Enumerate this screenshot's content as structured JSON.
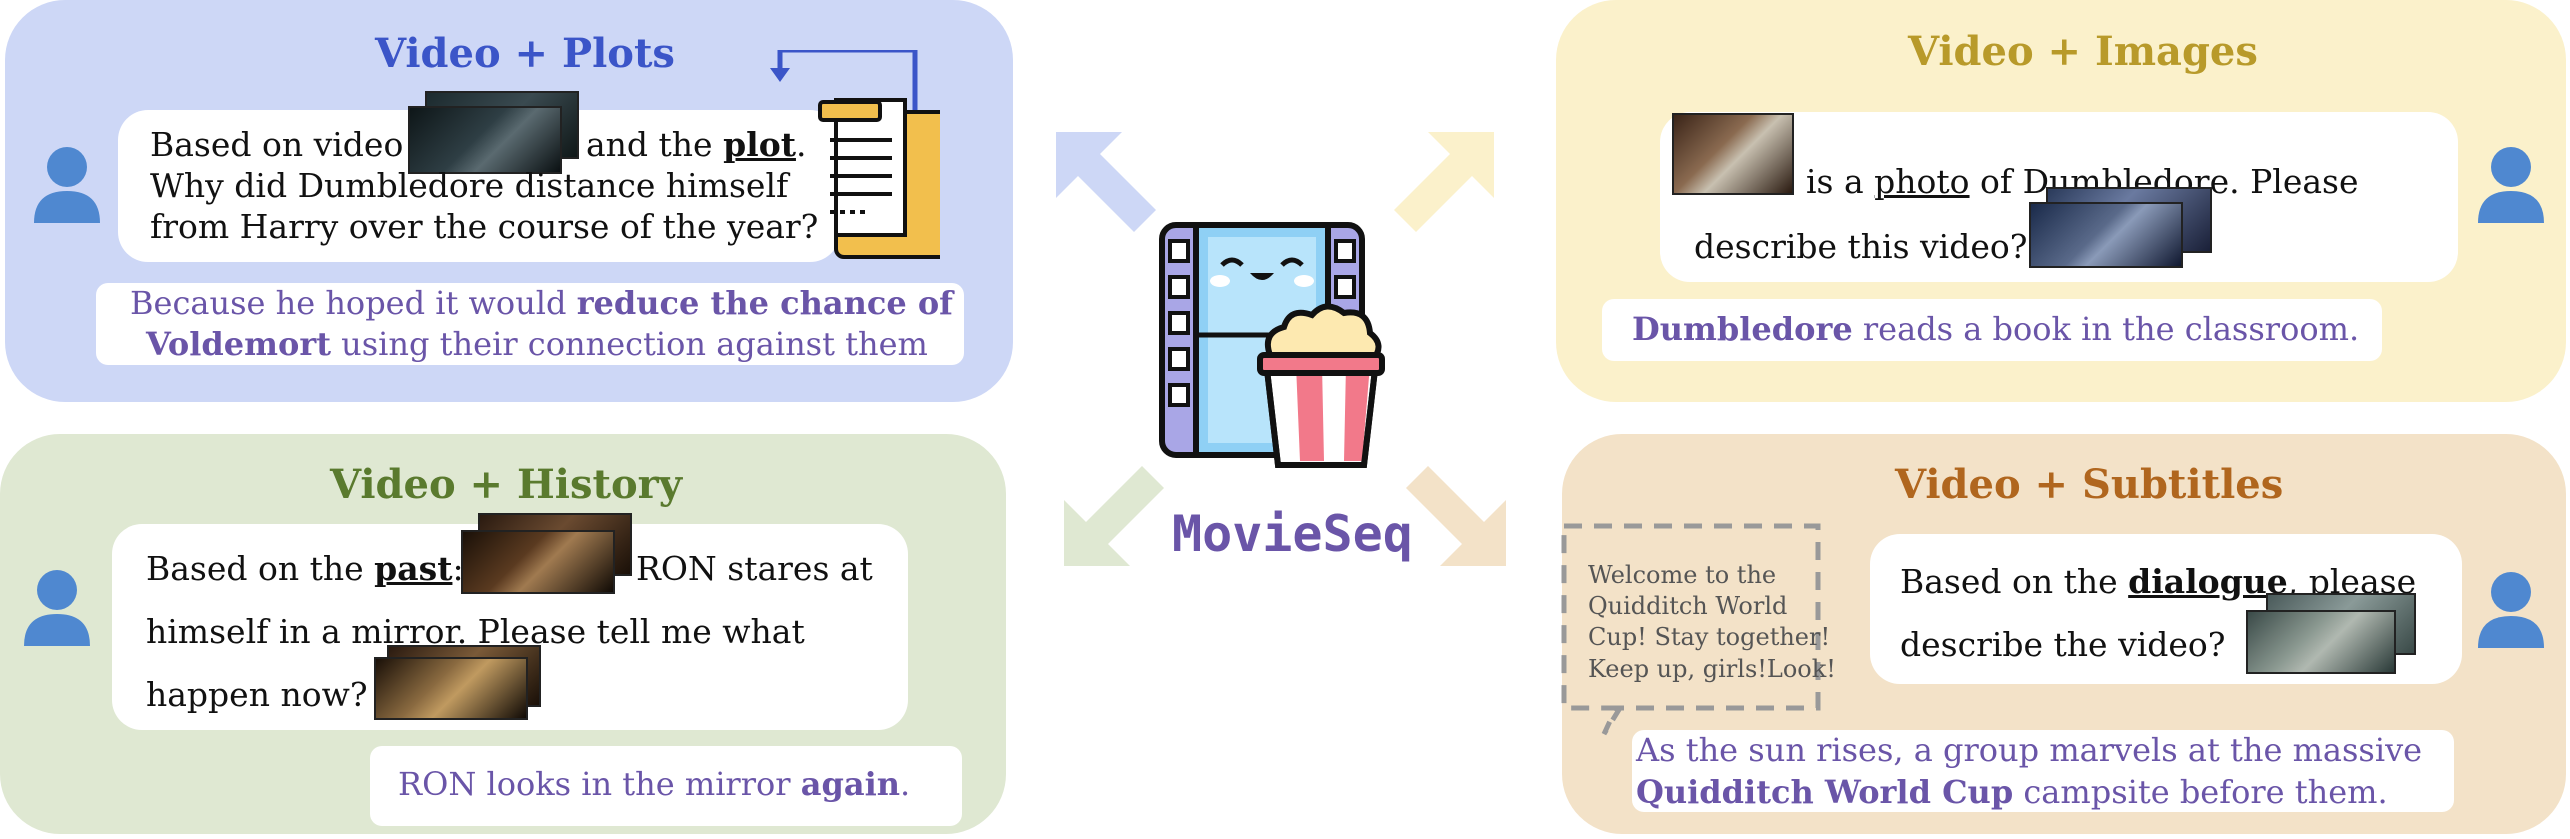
{
  "colors": {
    "plots_bg": "#cdd7f6",
    "plots_title": "#3b55c8",
    "images_bg": "#fbf1cb",
    "images_title": "#b89a2a",
    "history_bg": "#dfe8d2",
    "history_title": "#5a7a2e",
    "subtitles_bg": "#f3e2c8",
    "subtitles_title": "#b0661e",
    "answer": "#6a55a8",
    "user_icon": "#4f88d0"
  },
  "center": {
    "title": "MovieSeq"
  },
  "plots": {
    "title": "Video + Plots",
    "q_line1_a": "Based on video",
    "q_line1_b": "and the ",
    "q_line1_kw": "plot",
    "q_line1_c": ".",
    "q_line2": "Why did Dumbledore distance himself",
    "q_line3": "from Harry over the course of the year?",
    "a_line1_a": "Because he hoped it would ",
    "a_line1_b": "reduce the chance of",
    "a_line2_a": "Voldemort",
    "a_line2_b": " using their connection against them"
  },
  "images": {
    "title": "Video + Images",
    "q_line1_a": "is a ",
    "q_line1_kw": "photo",
    "q_line1_b": " of Dumbledore. Please",
    "q_line2": "describe this video?",
    "a_a": "Dumbledore",
    "a_b": " reads a book in the classroom."
  },
  "history": {
    "title": "Video + History",
    "q_line1_a": "Based on the ",
    "q_line1_kw": "past",
    "q_line1_b": ":",
    "q_line1_c": "RON stares at",
    "q_line2": "himself in a mirror. Please tell me what",
    "q_line3": "happen now?",
    "a_a": "RON looks in the mirror ",
    "a_b": "again",
    "a_c": "."
  },
  "subtitles": {
    "title": "Video + Subtitles",
    "subtitle_l1": "Welcome to the",
    "subtitle_l2": "Quidditch World",
    "subtitle_l3": "Cup! Stay together!",
    "subtitle_l4": "Keep up, girls!Look!",
    "q_line1_a": "Based on the ",
    "q_line1_kw": "dialogue",
    "q_line1_b": ", please",
    "q_line2": "describe the video?",
    "a_line1": "As the sun rises, a group marvels at the massive",
    "a_line2_a": "Quidditch World Cup",
    "a_line2_b": " campsite before them."
  }
}
